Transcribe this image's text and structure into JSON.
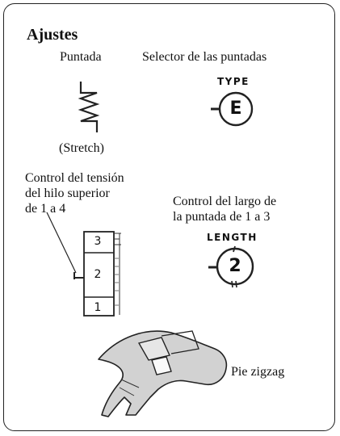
{
  "title": "Ajustes",
  "stitch": {
    "heading": "Puntada",
    "caption": "(Stretch)"
  },
  "selector": {
    "heading": "Selector de las puntadas",
    "dial_label": "TYPE",
    "dial_value": "E"
  },
  "tension": {
    "heading": "Control del tensión\ndel hilo superior\nde 1 a 4",
    "scale": [
      "3",
      "2",
      "1"
    ]
  },
  "length": {
    "heading": "Control del largo de\nla puntada de 1 a 3",
    "dial_label": "LENGTH",
    "dial_value": "2"
  },
  "foot": {
    "label": "Pie zigzag"
  }
}
